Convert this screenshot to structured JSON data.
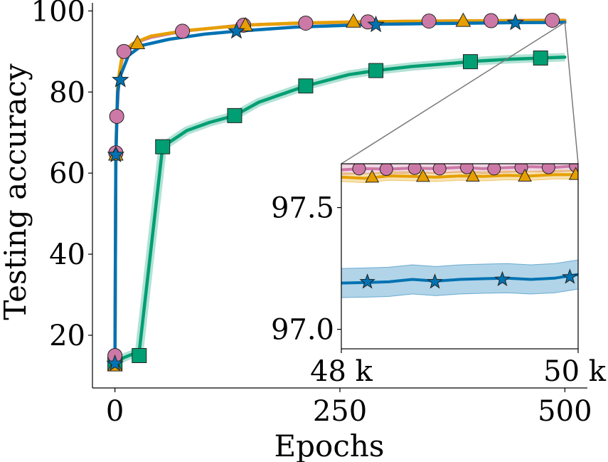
{
  "chart_data": [
    {
      "type": "line",
      "title": "",
      "xlabel": "Epochs",
      "ylabel": "Testing accuracy",
      "xlim": [
        -25,
        525
      ],
      "ylim": [
        7,
        102
      ],
      "xticks": [
        0,
        250,
        500
      ],
      "xtick_labels": [
        "0",
        "250",
        "500"
      ],
      "yticks": [
        20,
        40,
        60,
        80,
        100
      ],
      "ytick_labels": [
        "20",
        "40",
        "60",
        "80",
        "100"
      ],
      "grid": false,
      "legend": "none",
      "series": [
        {
          "color": "#009E73",
          "marker": "square",
          "x": [
            0,
            2,
            10,
            27,
            53,
            80,
            105,
            133,
            160,
            212,
            260,
            290,
            330,
            370,
            400,
            440,
            475,
            500
          ],
          "y": [
            13,
            13.5,
            14.5,
            16,
            66.5,
            70.5,
            72.5,
            74.2,
            77.5,
            81.5,
            84.3,
            85.3,
            86.3,
            87,
            87.6,
            88.1,
            88.4,
            88.6
          ],
          "markers_x": [
            0,
            27,
            53,
            133,
            212,
            290,
            395,
            473
          ],
          "markers_y": [
            13,
            15,
            66.5,
            74.2,
            81.5,
            85.3,
            87.5,
            88.4
          ]
        },
        {
          "color": "#CC79A7",
          "marker": "circle",
          "x": [
            0,
            1,
            2,
            5,
            10,
            20,
            40,
            75,
            140,
            210,
            280,
            350,
            420,
            480,
            500
          ],
          "y": [
            15,
            65,
            74,
            85,
            90,
            92,
            93.5,
            95,
            96.5,
            97,
            97.3,
            97.5,
            97.6,
            97.7,
            97.7
          ],
          "markers_x": [
            0,
            1,
            2,
            10,
            75,
            143,
            212,
            281,
            349,
            418,
            486
          ],
          "markers_y": [
            15,
            65,
            74,
            90,
            95,
            96.5,
            97,
            97.3,
            97.5,
            97.6,
            97.7
          ]
        },
        {
          "color": "#E69F00",
          "marker": "triangle",
          "x": [
            0,
            1,
            3,
            8,
            20,
            40,
            80,
            145,
            200,
            265,
            330,
            387,
            450,
            500
          ],
          "y": [
            12.5,
            64,
            82,
            89,
            92,
            93.8,
            95.2,
            96.5,
            97,
            97.3,
            97.45,
            97.55,
            97.6,
            97.65
          ],
          "markers_x": [
            0,
            1,
            25,
            145,
            265,
            387
          ],
          "markers_y": [
            12.5,
            64.5,
            92,
            96.4,
            97.3,
            97.5
          ]
        },
        {
          "color": "#0072B2",
          "marker": "star",
          "x": [
            0,
            1,
            3,
            6,
            15,
            30,
            60,
            100,
            135,
            200,
            290,
            360,
            440,
            500
          ],
          "y": [
            13,
            64,
            80,
            84,
            89,
            91.5,
            93,
            94.3,
            95,
            96,
            96.7,
            96.9,
            97.1,
            97.2
          ],
          "markers_x": [
            0,
            1,
            6,
            135,
            290,
            445
          ],
          "markers_y": [
            13,
            64.5,
            83,
            95,
            96.6,
            97.1
          ]
        }
      ]
    },
    {
      "type": "line",
      "title": "",
      "xlabel": "",
      "ylabel": "",
      "xlim": [
        48000,
        50000
      ],
      "ylim": [
        96.92,
        97.68
      ],
      "xticks": [
        48000,
        50000
      ],
      "xtick_labels": [
        "48 k",
        "50 k"
      ],
      "yticks": [
        97.0,
        97.5
      ],
      "ytick_labels": [
        "97.0",
        "97.5"
      ],
      "grid": false,
      "zoom_of": "main-plot-end",
      "series": [
        {
          "color": "#CC79A7",
          "marker": "circle",
          "x": [
            48000,
            48200,
            48400,
            48600,
            48800,
            49000,
            49200,
            49400,
            49600,
            49800,
            50000
          ],
          "y": [
            97.655,
            97.66,
            97.658,
            97.662,
            97.66,
            97.665,
            97.66,
            97.664,
            97.668,
            97.665,
            97.672
          ],
          "band": 0.02,
          "markers_x": [
            48150,
            48380,
            48620,
            48830,
            49060,
            49290,
            49520,
            49750,
            49980
          ],
          "markers_y": [
            97.66,
            97.658,
            97.662,
            97.66,
            97.665,
            97.66,
            97.665,
            97.665,
            97.672
          ]
        },
        {
          "color": "#E69F00",
          "marker": "triangle",
          "x": [
            48000,
            48200,
            48400,
            48600,
            48800,
            49000,
            49200,
            49400,
            49600,
            49800,
            50000
          ],
          "y": [
            97.625,
            97.62,
            97.63,
            97.628,
            97.625,
            97.63,
            97.628,
            97.632,
            97.63,
            97.635,
            97.635
          ],
          "band": 0.018,
          "markers_x": [
            48260,
            48690,
            49110,
            49550,
            49980
          ],
          "markers_y": [
            97.624,
            97.627,
            97.628,
            97.628,
            97.635
          ]
        },
        {
          "color": "#0072B2",
          "marker": "star",
          "x": [
            48000,
            48200,
            48400,
            48600,
            48800,
            49000,
            49200,
            49400,
            49600,
            49800,
            50000
          ],
          "y": [
            97.19,
            97.192,
            97.195,
            97.205,
            97.198,
            97.205,
            97.208,
            97.21,
            97.205,
            97.21,
            97.225
          ],
          "band": 0.06,
          "markers_x": [
            48220,
            48790,
            49360,
            49930
          ],
          "markers_y": [
            97.195,
            97.195,
            97.205,
            97.215
          ]
        }
      ]
    }
  ]
}
